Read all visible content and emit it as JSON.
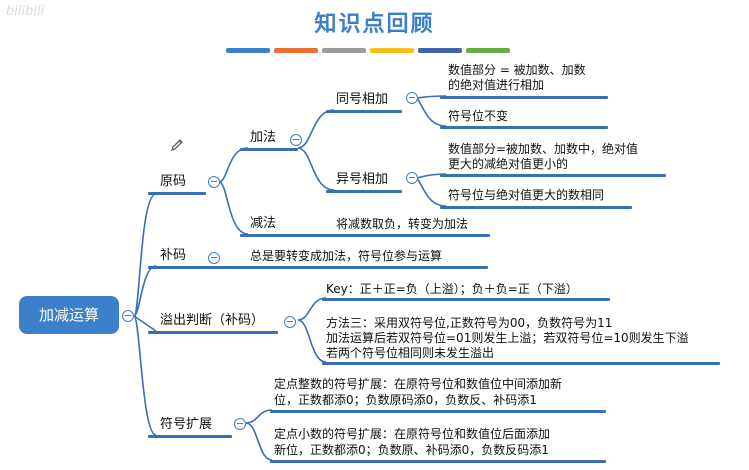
{
  "watermark": "bilibili",
  "title": "知识点回顾",
  "colors": {
    "accent": "#3b80c9",
    "bars": [
      "#3b80c9",
      "#e8702c",
      "#9b9b9b",
      "#f2c21b",
      "#3f63ae",
      "#66ad45"
    ]
  },
  "root": {
    "label": "加减运算"
  },
  "branches": {
    "yuanma": {
      "label": "原码",
      "jiafa": {
        "label": "加法",
        "tonghao": {
          "label": "同号相加",
          "leaf1": [
            "数值部分 = 被加数、加数",
            "的绝对值进行相加"
          ],
          "leaf2": "符号位不变"
        },
        "yihao": {
          "label": "异号相加",
          "leaf1": [
            "数值部分=被加数、加数中，绝对值",
            "更大的减绝对值更小的"
          ],
          "leaf2": "符号位与绝对值更大的数相同"
        }
      },
      "jianfa": {
        "label": "减法",
        "leaf": "将减数取负，转变为加法"
      }
    },
    "buma": {
      "label": "补码",
      "leaf": "总是要转变成加法，符号位参与运算"
    },
    "yichu": {
      "label": "溢出判断（补码）",
      "leaf1": "Key：正＋正=负（上溢）；负＋负=正（下溢）",
      "leaf2": [
        "方法三：采用双符号位,正数符号为00，负数符号为11",
        "加法运算后若双符号位=01则发生上溢；若双符号位=10则发生下溢",
        "若两个符号位相同则未发生溢出"
      ]
    },
    "kuozhan": {
      "label": "符号扩展",
      "leaf1": [
        "定点整数的符号扩展：在原符号位和数值位中间添加新",
        "位，正数都添0；负数原码添0，负数反、补码添1"
      ],
      "leaf2": [
        "定点小数的符号扩展：在原符号位和数值位后面添加",
        "新位，正数都添0；负数原、补码添0，负数反码添1"
      ]
    }
  },
  "icons": {
    "pencil": "pencil-icon",
    "collapse": "collapse-toggle-icon"
  }
}
